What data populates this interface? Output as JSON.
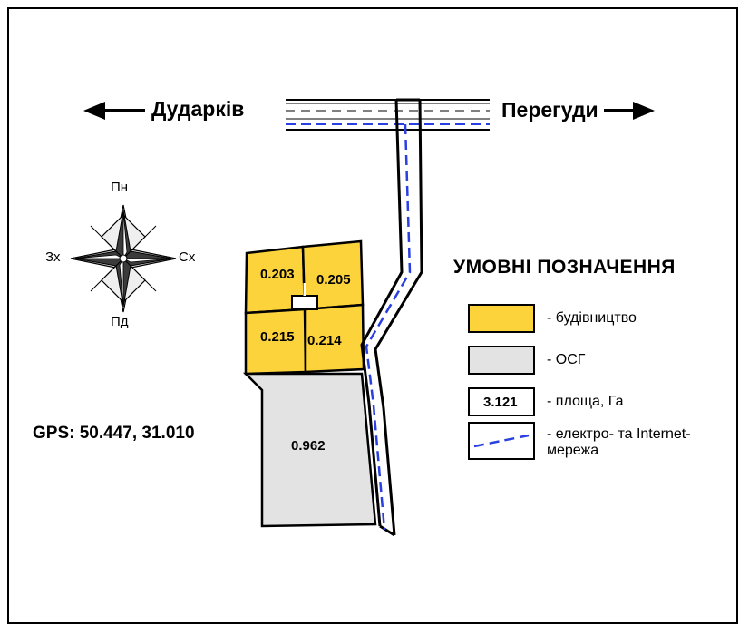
{
  "map": {
    "directions": {
      "west_label": "Дударків",
      "east_label": "Перегуди"
    },
    "compass": {
      "north": "Пн",
      "south": "Пд",
      "east": "Сх",
      "west": "Зх"
    },
    "gps": "GPS: 50.447, 31.010",
    "parcels": [
      {
        "id": "parcel-0203",
        "label": "0.203",
        "type": "budivnytstvo"
      },
      {
        "id": "parcel-0205",
        "label": "0.205",
        "type": "budivnytstvo"
      },
      {
        "id": "parcel-0215",
        "label": "0.215",
        "type": "budivnytstvo"
      },
      {
        "id": "parcel-0214",
        "label": "0.214",
        "type": "budivnytstvo"
      },
      {
        "id": "parcel-0962",
        "label": "0.962",
        "type": "osg"
      }
    ]
  },
  "legend": {
    "title": "УМОВНІ ПОЗНАЧЕННЯ",
    "items": [
      {
        "key": "construction",
        "text": "- будівництво",
        "swatch": "yellow"
      },
      {
        "key": "osg",
        "text": "- ОСГ",
        "swatch": "gray"
      },
      {
        "key": "area",
        "text": "- площа, Га",
        "swatch": "area",
        "sample": "3.121"
      },
      {
        "key": "utilities",
        "text": "- електро- та Internet-мережа",
        "swatch": "dashed-line"
      }
    ]
  },
  "colors": {
    "parcel_yellow": "#FCD33B",
    "parcel_gray": "#E3E3E3",
    "utility_blue": "#2A3FE0",
    "outline": "#000000",
    "background": "#FFFFFF"
  }
}
